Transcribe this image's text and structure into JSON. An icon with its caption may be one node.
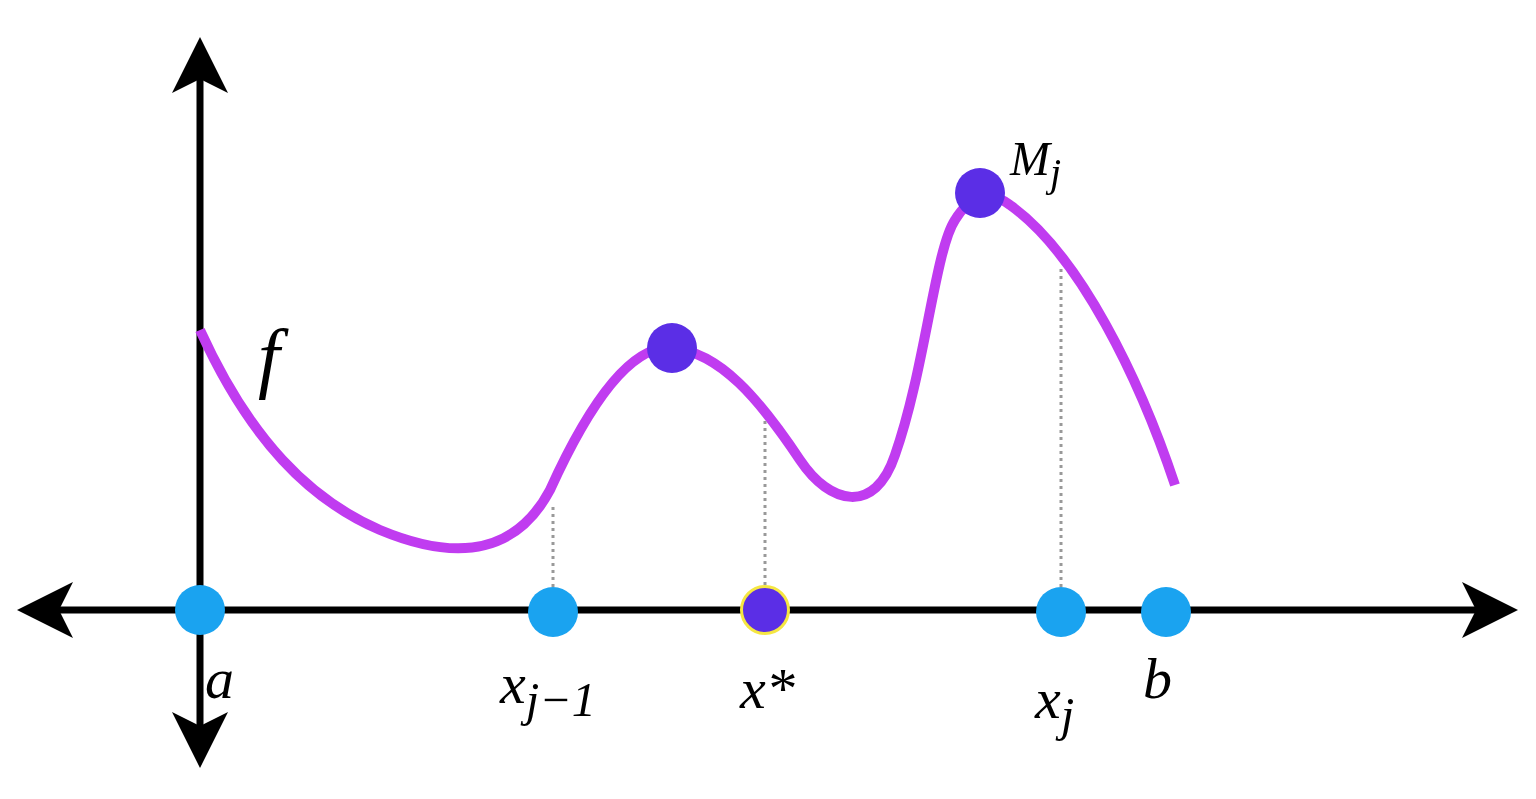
{
  "diagram": {
    "nodes": [
      {
        "text": [],
        "shape": "circle"
      },
      {
        "text": [],
        "shape": "circle"
      },
      {
        "text": [],
        "shape": "circle"
      },
      {
        "text": [],
        "shape": "circle"
      },
      {
        "text": [],
        "shape": "circle"
      },
      {
        "text": [],
        "shape": "circle"
      },
      {
        "text": [],
        "shape": "circle"
      }
    ],
    "edges": [
      {
        "from": 3,
        "to": null,
        "arrow": "none",
        "style": "dashed",
        "color": "#999999"
      },
      {
        "from": 4,
        "to": null,
        "arrow": "none",
        "style": "dashed",
        "color": "#999999"
      },
      {
        "from": 5,
        "to": null,
        "arrow": "none",
        "style": "dashed",
        "color": "#999999"
      }
    ],
    "labels": [
      "M$_{j}$",
      "f",
      "a",
      "x$_{j−1}$",
      "x*",
      "x$_{j}$",
      "b"
    ]
  }
}
